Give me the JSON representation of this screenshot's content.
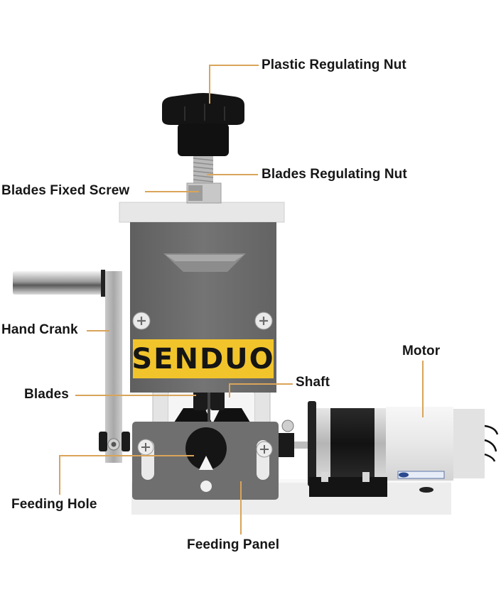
{
  "diagram": {
    "subject": "Wire stripping machine",
    "brand_text": "SENDUO",
    "colors": {
      "leader_line": "#d9a45a",
      "label_text": "#161616",
      "housing_gray": "#6b6b6b",
      "brand_plate": "#f2c42c",
      "knob_black": "#141414",
      "base_white": "#eeeeee"
    },
    "labels": [
      {
        "id": "plastic-regulating-nut",
        "text": "Plastic Regulating Nut"
      },
      {
        "id": "blades-regulating-nut",
        "text": "Blades Regulating Nut"
      },
      {
        "id": "blades-fixed-screw",
        "text": "Blades Fixed Screw"
      },
      {
        "id": "hand-crank",
        "text": "Hand Crank"
      },
      {
        "id": "motor",
        "text": "Motor"
      },
      {
        "id": "blades",
        "text": "Blades"
      },
      {
        "id": "shaft",
        "text": "Shaft"
      },
      {
        "id": "feeding-hole",
        "text": "Feeding Hole"
      },
      {
        "id": "feeding-panel",
        "text": "Feeding Panel"
      }
    ]
  }
}
